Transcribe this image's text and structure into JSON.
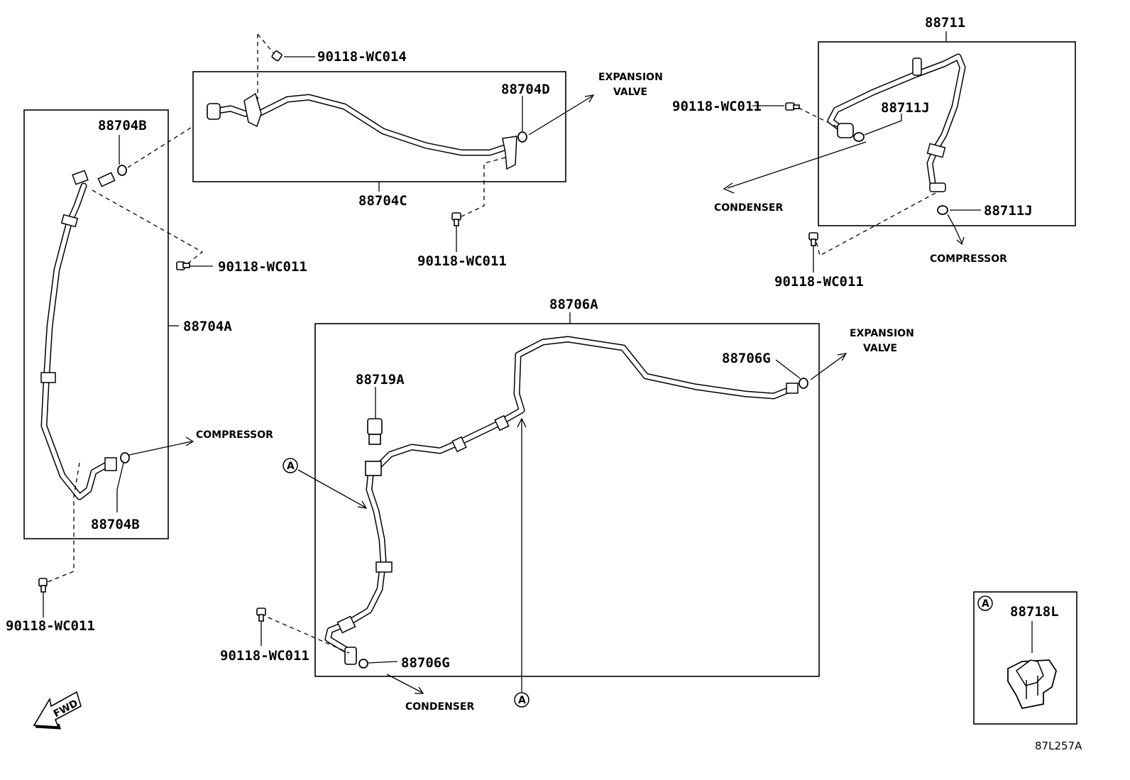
{
  "parts": {
    "p88704A": "88704A",
    "p88704B_top": "88704B",
    "p88704B_bottom": "88704B",
    "p88704C": "88704C",
    "p88704D": "88704D",
    "p88706A": "88706A",
    "p88706G_right": "88706G",
    "p88706G_bottom": "88706G",
    "p88719A": "88719A",
    "p88711": "88711",
    "p88711J_upper": "88711J",
    "p88711J_lower": "88711J",
    "p88718L": "88718L"
  },
  "bolts": {
    "b_wc014": "90118-WC014",
    "b_wc011_left_mid": "90118-WC011",
    "b_wc011_left_bottom": "90118-WC011",
    "b_wc011_center_top": "90118-WC011",
    "b_wc011_right_top": "90118-WC011",
    "b_wc011_right_bottom": "90118-WC011",
    "b_wc011_center_bottom": "90118-WC011"
  },
  "destinations": {
    "expansion_valve_1a": "EXPANSION",
    "expansion_valve_1b": "VALVE",
    "expansion_valve_2a": "EXPANSION",
    "expansion_valve_2b": "VALVE",
    "compressor_left": "COMPRESSOR",
    "compressor_right": "COMPRESSOR",
    "condenser_right": "CONDENSER",
    "condenser_bottom": "CONDENSER"
  },
  "callouts": {
    "a1": "A",
    "a2": "A",
    "a3": "A"
  },
  "fwd": "FWD",
  "diagram_code": "87L257A"
}
